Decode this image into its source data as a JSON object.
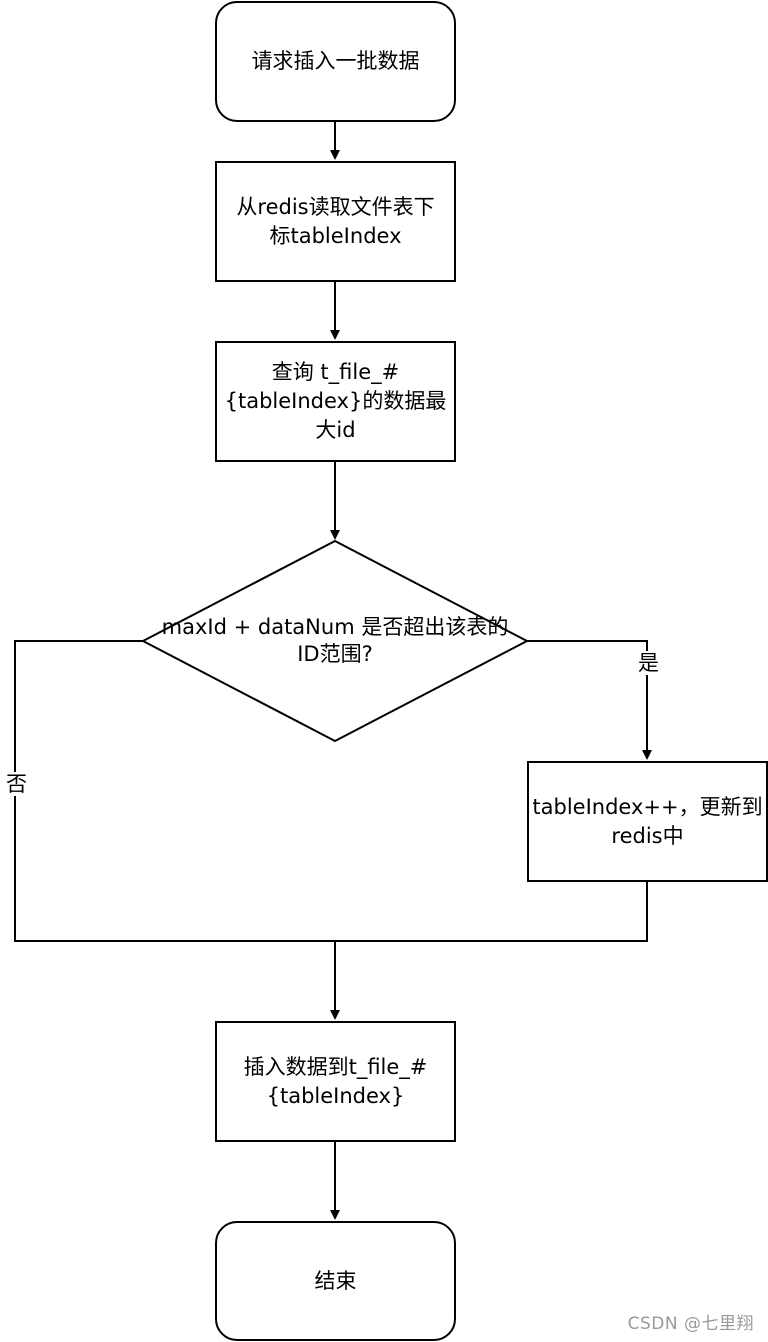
{
  "flowchart": {
    "start": {
      "label": "请求插入一批数据"
    },
    "read_index": {
      "line1": "从redis读取文件表下",
      "line2": "标tableIndex"
    },
    "query_max_id": {
      "line1": "查询 t_file_#",
      "line2": "{tableIndex}的数据最",
      "line3": "大id"
    },
    "decision": {
      "line1": "maxId + dataNum 是否超出该表的",
      "line2": "ID范围?"
    },
    "yes_label": "是",
    "no_label": "否",
    "increment": {
      "line1": "tableIndex++，更新到",
      "line2": "redis中"
    },
    "insert": {
      "line1": "插入数据到t_file_#",
      "line2": "{tableIndex}"
    },
    "end": {
      "label": "结束"
    }
  },
  "watermark": "CSDN @七里翔",
  "colors": {
    "stroke": "#000000",
    "fill": "#ffffff",
    "watermark": "#9a9a9a"
  }
}
